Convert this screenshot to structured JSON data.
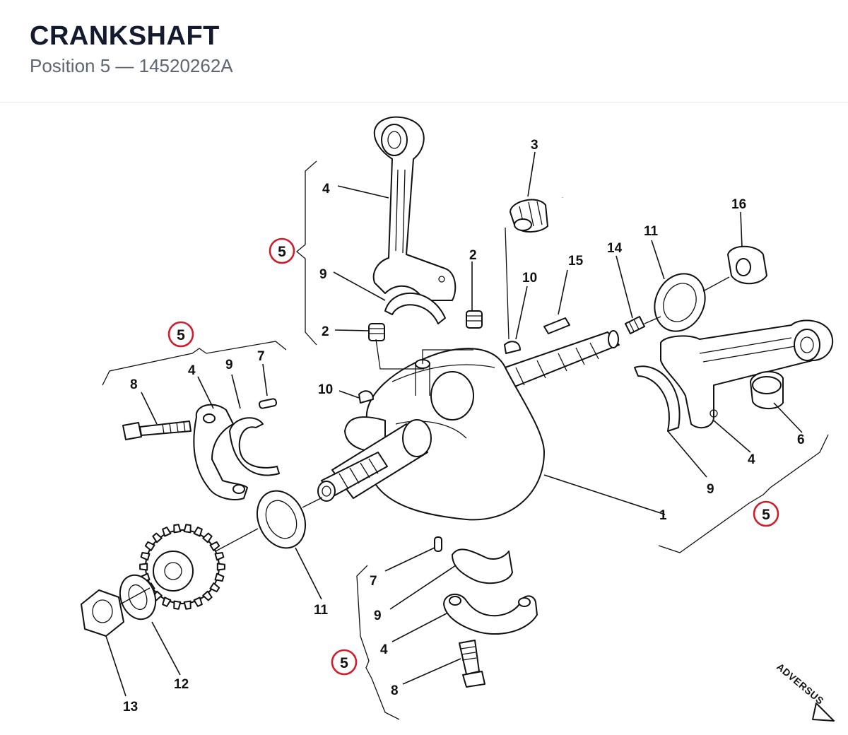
{
  "header": {
    "title": "CRANKSHAFT",
    "subtitle": "Position 5 — 14520262A"
  },
  "diagram": {
    "position_marker": "5",
    "callouts": {
      "crankshaft": "1",
      "dowel_upper": "2",
      "dowel_crank": "2",
      "spring_cap": "3",
      "conrod_top": "4",
      "conrod_right": "4",
      "bearing_cap_left": "4",
      "bearing_cap_bottom": "4",
      "bushing": "6",
      "pin_left": "7",
      "pin_bottom": "7",
      "bolt_left": "8",
      "bolt_bottom": "8",
      "shell_top": "9",
      "shell_right": "9",
      "shell_left": "9",
      "shell_bottom": "9",
      "key_left": "10",
      "key_right": "10",
      "seal_left": "11",
      "seal_right": "11",
      "washer": "12",
      "nut_left": "13",
      "spacer": "14",
      "key_shaft": "15",
      "nut_right": "16"
    },
    "logo": "ADVERSUS"
  }
}
